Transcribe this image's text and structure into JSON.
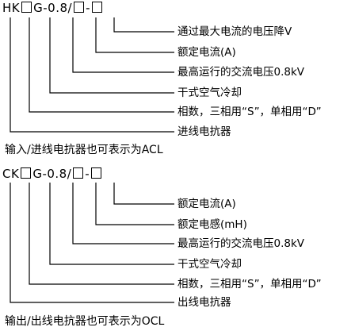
{
  "diagrams": [
    {
      "id": "hk",
      "code": {
        "prefix": "HK",
        "g": "G",
        "dash1": "-",
        "value": "0.8",
        "slash": "/",
        "dash2": "-"
      },
      "labels": [
        "通过最大电流的电压降V",
        "额定电流(A)",
        "最高运行的交流电压0.8kV",
        "干式空气冷却",
        "相数，三相用“S”，单相用“D”",
        "进线电抗器"
      ],
      "caption": "输入/进线电抗器也可表示为ACL"
    },
    {
      "id": "ck",
      "code": {
        "prefix": "CK",
        "g": "G",
        "dash1": "-",
        "value": "0.8",
        "slash": "/",
        "dash2": "-"
      },
      "labels": [
        "额定电流(A)",
        "额定电感(mH)",
        "最高运行的交流电压0.8kV",
        "干式空气冷却",
        "相数，三相用“S”，单相用“D”",
        "出线电抗器"
      ],
      "caption": "输出/出线电抗器也可表示为OCL"
    }
  ]
}
